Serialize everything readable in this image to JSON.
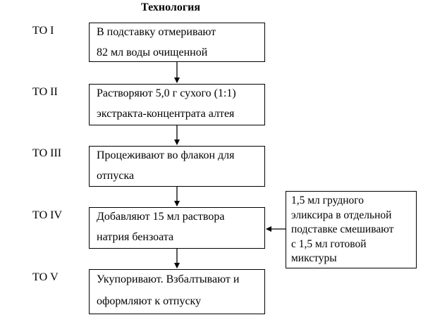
{
  "title": "Технология",
  "stages": [
    {
      "label": "ТО I",
      "lines": [
        "В подставку отмеривают",
        "82 мл воды очищенной"
      ]
    },
    {
      "label": "ТО II",
      "lines": [
        "Растворяют 5,0 г сухого (1:1)",
        "экстракта-концентрата алтея"
      ]
    },
    {
      "label": "ТО III",
      "lines": [
        "Процеживают во флакон для",
        "отпуска"
      ]
    },
    {
      "label": "ТО IV",
      "lines": [
        "Добавляют 15 мл раствора",
        "натрия бензоата"
      ]
    },
    {
      "label": "ТО V",
      "lines": [
        "Укупоривают. Взбалтывают и",
        "оформляют к отпуску"
      ]
    }
  ],
  "side_note": {
    "lines": [
      "1,5 мл грудного",
      "эликсира в отдельной",
      "подставке смешивают",
      "с 1,5 мл готовой",
      "микстуры"
    ]
  }
}
